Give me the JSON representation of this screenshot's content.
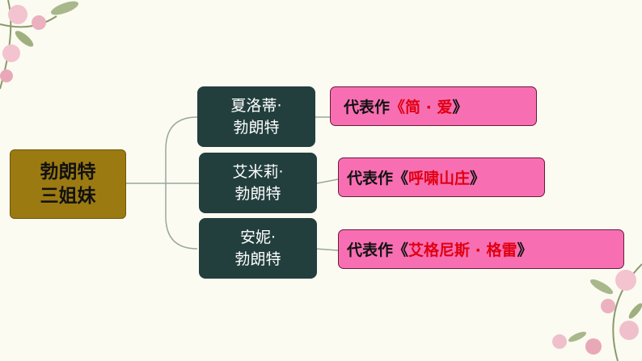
{
  "root": {
    "line1": "勃朗特",
    "line2": "三姐妹"
  },
  "sisters": [
    {
      "name_line1": "夏洛蒂·",
      "name_line2": "勃朗特",
      "prefix": "代表作",
      "open": "《",
      "title": "简 · 爱",
      "close": "》"
    },
    {
      "name_line1": "艾米莉·",
      "name_line2": "勃朗特",
      "prefix": "代表作",
      "open": "《",
      "title": "呼啸山庄",
      "close": "》"
    },
    {
      "name_line1": "安妮·",
      "name_line2": "勃朗特",
      "prefix": "代表作",
      "open": "《",
      "title": "艾格尼斯 · 格雷",
      "close": "》"
    }
  ],
  "colors": {
    "root": "#9b7a12",
    "name_box": "#223f3e",
    "work_box": "#f76fb2",
    "title_text": "#e00012",
    "background": "#fbfbf2"
  }
}
